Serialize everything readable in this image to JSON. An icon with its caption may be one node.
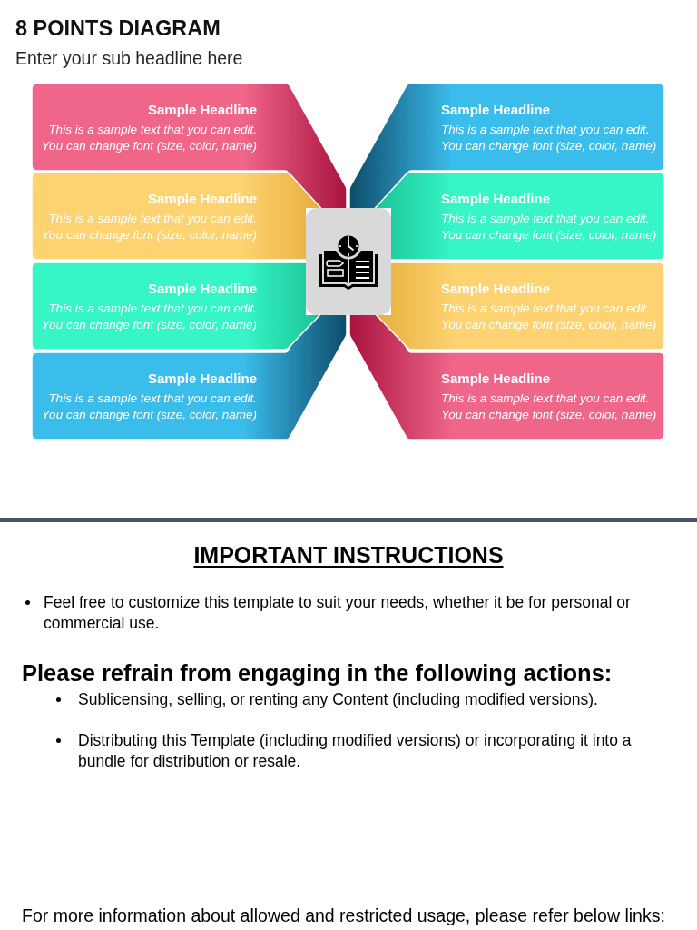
{
  "diagram": {
    "title": "8 POINTS DIAGRAM",
    "nodes": [
      {
        "text": [
          "Sample Headline",
          "This is a sample text that you can edit. You can change font (size, color, name)"
        ]
      },
      {
        "text": [
          "Sample Headline",
          "This is a sample text that you can edit. You can change font (size, color, name)"
        ]
      },
      {
        "text": [
          "Sample Headline",
          "This is a sample text that you can edit. You can change font (size, color, name)"
        ]
      },
      {
        "text": [
          "Sample Headline",
          "This is a sample text that you can edit. You can change font (size, color, name)"
        ]
      },
      {
        "text": [
          "Sample Headline",
          "This is a sample text that you can edit. You can change font (size, color, name)"
        ]
      },
      {
        "text": [
          "Sample Headline",
          "This is a sample text that you can edit. You can change font (size, color, name)"
        ]
      },
      {
        "text": [
          "Sample Headline",
          "This is a sample text that you can edit. You can change font (size, color, name)"
        ]
      },
      {
        "text": [
          "Sample Headline",
          "This is a sample text that you can edit. You can change font (size, color, name)"
        ]
      },
      {
        "text": [],
        "shape": "picture"
      }
    ],
    "labels": [
      "Enter your sub headline here",
      "IMPORTANT INSTRUCTIONS",
      "Feel free to customize this template to suit your needs, whether it be for personal or commercial use.",
      "Please refrain from engaging in the following actions:",
      "Sublicensing, selling, or renting any Content (including modified versions).",
      "Distributing this Template (including modified versions) or incorporating it into a bundle for distribution or resale.",
      "For more information about allowed and restricted usage, please refer below links:"
    ]
  }
}
